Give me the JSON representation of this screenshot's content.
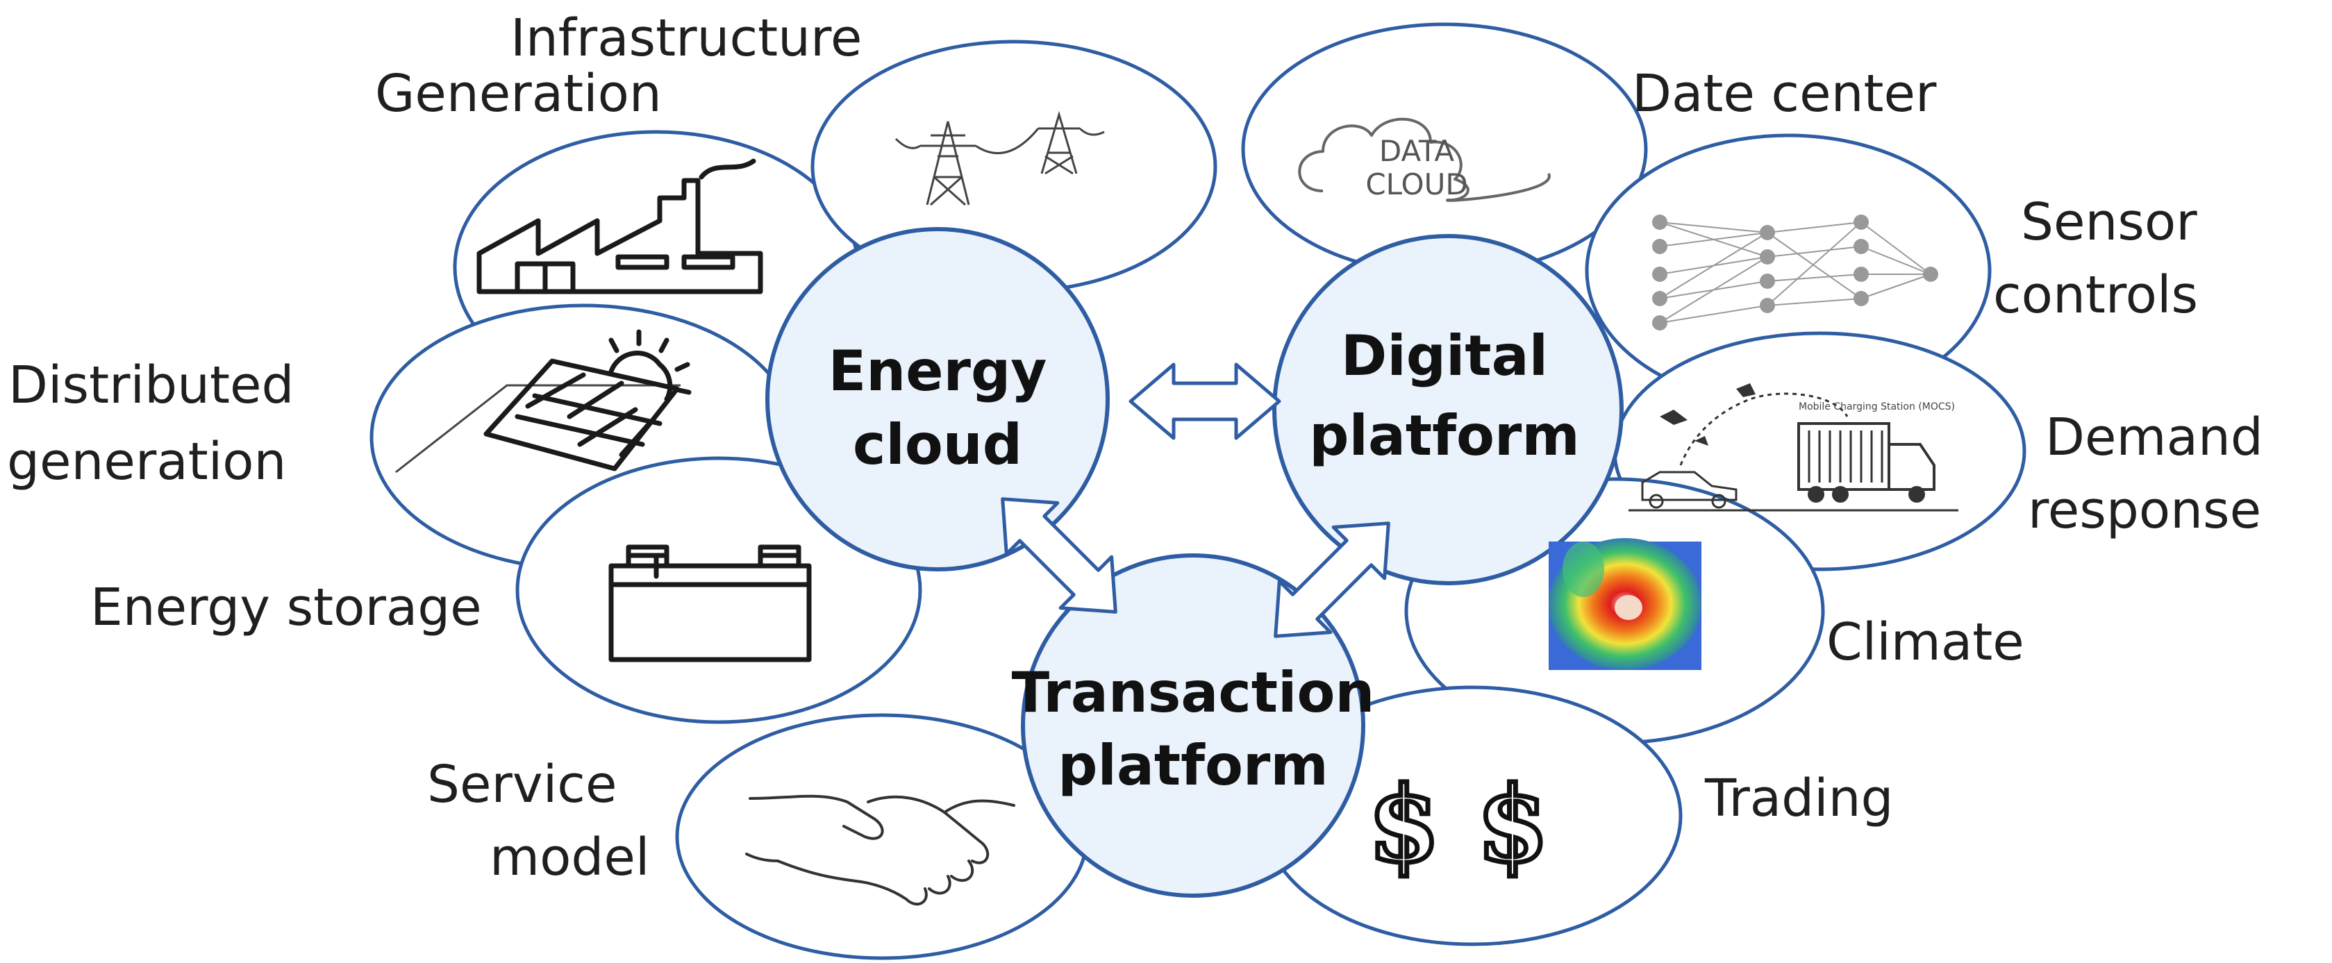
{
  "hubs": {
    "energy_cloud": [
      "Energy",
      "cloud"
    ],
    "digital_platform": [
      "Digital",
      "platform"
    ],
    "transaction_platform": [
      "Transaction",
      "platform"
    ]
  },
  "labels": {
    "infrastructure": "Infrastructure",
    "generation": "Generation",
    "date_center": "Date center",
    "sensor_controls": [
      "Sensor",
      "controls"
    ],
    "distributed_generation": [
      "Distributed",
      "generation"
    ],
    "demand_response": [
      "Demand",
      "response"
    ],
    "energy_storage": "Energy storage",
    "climate": "Climate",
    "service_model": [
      "Service",
      "model"
    ],
    "trading": "Trading"
  },
  "icon_text": {
    "data_cloud": [
      "DATA",
      "CLOUD"
    ],
    "mobile_station": "Mobile Charging Station (MOCS)",
    "dollars": "$ $"
  },
  "icons": [
    "factory-icon",
    "power-tower-icon",
    "data-cloud-icon",
    "neural-network-icon",
    "solar-panel-icon",
    "ev-charging-icon",
    "battery-icon",
    "hurricane-map-icon",
    "handshake-icon",
    "dollar-icon"
  ],
  "colors": {
    "ring_stroke": "#2f5da3",
    "hub_fill": "#eaf2fb"
  }
}
